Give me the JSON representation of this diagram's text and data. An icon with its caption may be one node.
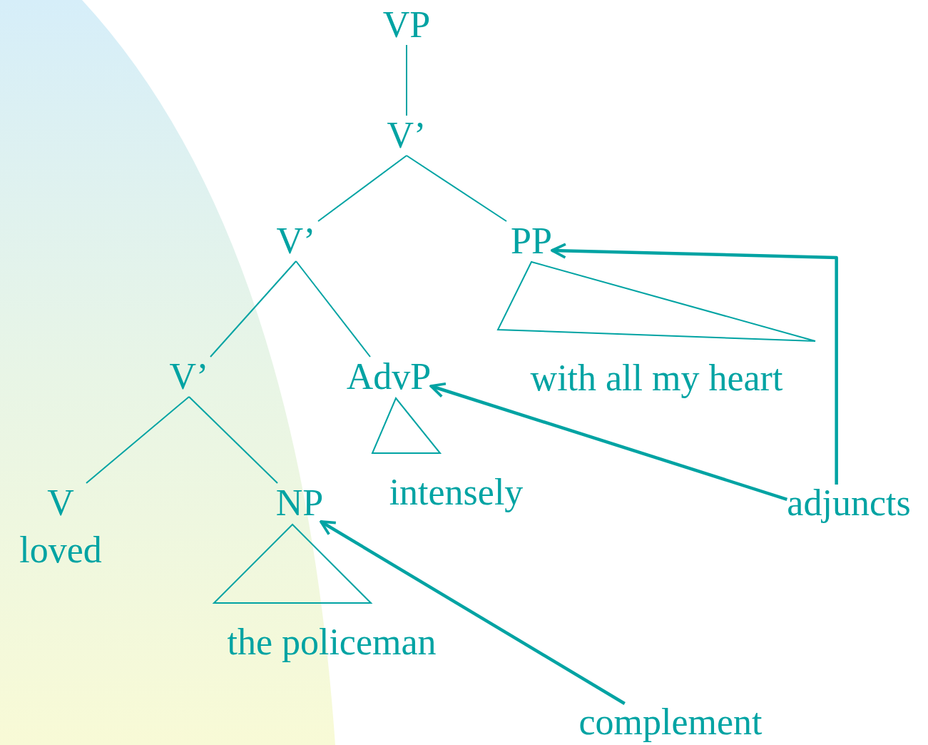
{
  "diagram": {
    "nodes": [
      {
        "text": [
          "VP"
        ]
      },
      {
        "text": [
          "V’"
        ]
      },
      {
        "text": [
          "V’"
        ]
      },
      {
        "text": [
          "PP"
        ]
      },
      {
        "text": [
          "with all my heart"
        ]
      },
      {
        "text": [
          "V’"
        ]
      },
      {
        "text": [
          "AdvP"
        ]
      },
      {
        "text": [
          "V"
        ],
        "beside": [
          "loved"
        ]
      },
      {
        "text": [
          "NP"
        ]
      },
      {
        "text": [
          "intensely"
        ]
      },
      {
        "text": [
          "adjuncts"
        ]
      },
      {
        "text": [
          "the policeman"
        ]
      },
      {
        "text": [
          "complement"
        ]
      }
    ],
    "edges": [
      {
        "from": 0,
        "to": 1,
        "arrow": "none"
      },
      {
        "from": 1,
        "to": 2,
        "arrow": "none"
      },
      {
        "from": 1,
        "to": 3,
        "arrow": "none"
      },
      {
        "from": 2,
        "to": 5,
        "arrow": "none"
      },
      {
        "from": 2,
        "to": 6,
        "arrow": "none"
      },
      {
        "from": 5,
        "to": 7,
        "arrow": "none"
      },
      {
        "from": 5,
        "to": 8,
        "arrow": "none"
      },
      {
        "from": 10,
        "to": 3,
        "arrow": "to",
        "style": "thick"
      },
      {
        "from": 10,
        "to": 6,
        "arrow": "to",
        "style": "thick"
      },
      {
        "from": 12,
        "to": 8,
        "arrow": "to",
        "style": "thick"
      }
    ]
  }
}
